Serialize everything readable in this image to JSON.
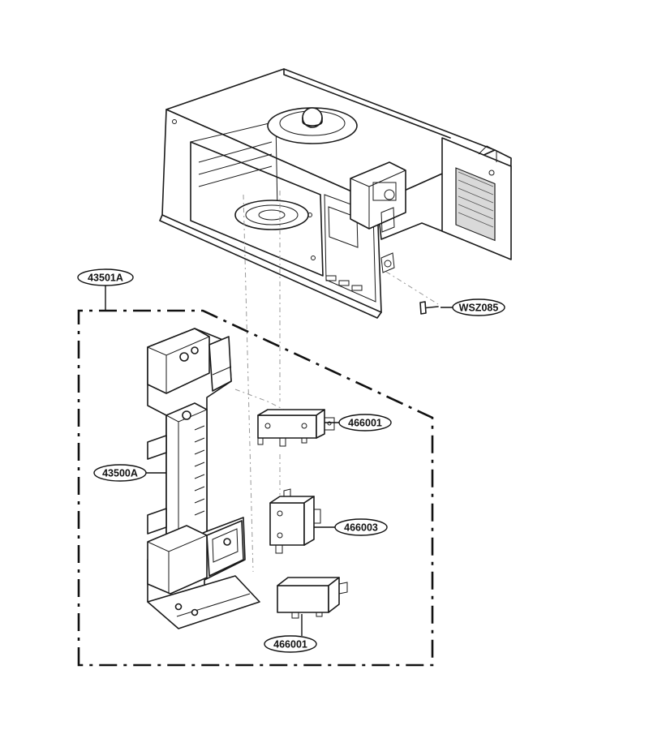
{
  "labels": {
    "assembly": "43501A",
    "screw": "WSZ085",
    "switch_top": "466001",
    "latch_holder": "43500A",
    "switch_middle": "466003",
    "switch_bottom": "466001"
  }
}
